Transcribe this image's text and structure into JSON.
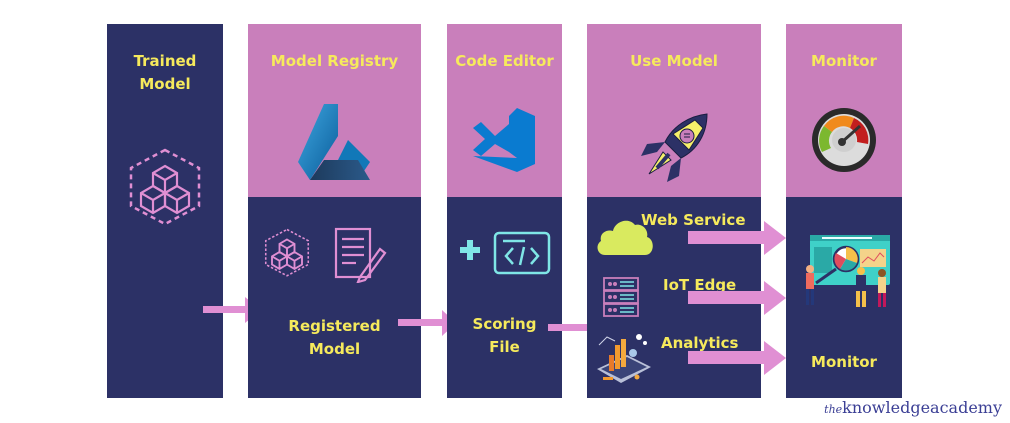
{
  "diagram": {
    "colors": {
      "dark": "#2c3166",
      "pink": "#c97fbb",
      "text": "#f6ea5c",
      "arrow": "#e08fd3"
    },
    "columns": [
      {
        "title_line1": "Trained",
        "title_line2": "Model",
        "icon": "cubes-hexagon-icon"
      },
      {
        "title": "Model Registry",
        "icon": "azure-ml-flask-icon",
        "sub_icons": [
          "cubes-hexagon-icon",
          "document-pencil-icon"
        ],
        "label_line1": "Registered",
        "label_line2": "Model"
      },
      {
        "title": "Code Editor",
        "icon": "vscode-icon",
        "sub_icons": [
          "plus-icon",
          "code-window-icon"
        ],
        "label_line1": "Scoring",
        "label_line2": "File"
      },
      {
        "title": "Use Model",
        "icon": "rocket-icon",
        "items": [
          {
            "label": "Web Service",
            "icon": "cloud-icon"
          },
          {
            "label": "IoT Edge",
            "icon": "server-icon"
          },
          {
            "label": "Analytics",
            "icon": "analytics-dashboard-icon"
          }
        ]
      },
      {
        "title": "Monitor",
        "icon": "gauge-icon",
        "sub_icon": "dashboard-people-icon",
        "label": "Monitor"
      }
    ]
  },
  "branding": {
    "prefix": "the",
    "name": "knowledgeacademy"
  }
}
